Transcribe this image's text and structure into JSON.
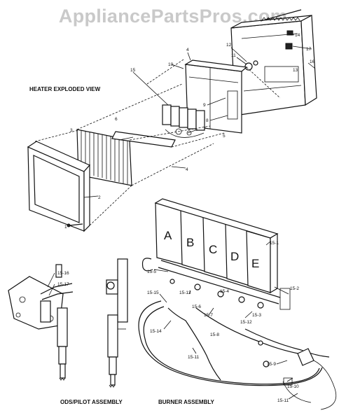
{
  "watermark": "AppliancePartsPros.com",
  "captions": {
    "exploded": "HEATER EXPLODED VIEW",
    "ods": "ODS/PILOT ASSEMBLY",
    "burner": "BURNER ASSEMBLY"
  },
  "burner_letters": [
    "A",
    "B",
    "C",
    "D",
    "E"
  ],
  "part_numbers": {
    "p1": "1",
    "p2": "2",
    "p3": "3",
    "p4": "4",
    "p4b": "4",
    "p5": "5",
    "p6": "6",
    "p7": "7",
    "p8": "8",
    "p9": "9",
    "p10": "10",
    "p11": "11",
    "p12": "12",
    "p13": "13",
    "p14": "14",
    "p15": "15",
    "p16": "16",
    "p17": "17",
    "b151": "15-1",
    "b152": "15-2",
    "b153": "15-3",
    "b154": "15-4",
    "b155": "15-5",
    "b156": "15-6",
    "b157": "15-7",
    "b158": "15-8",
    "b159": "15-9",
    "b1510": "15-10",
    "b1511": "15-11",
    "b1511b": "15-11",
    "b1512": "15-12",
    "b1513": "15-13",
    "b1514": "15-14",
    "b1515": "15-15",
    "o1516": "15-16",
    "o1517": "15-17"
  }
}
